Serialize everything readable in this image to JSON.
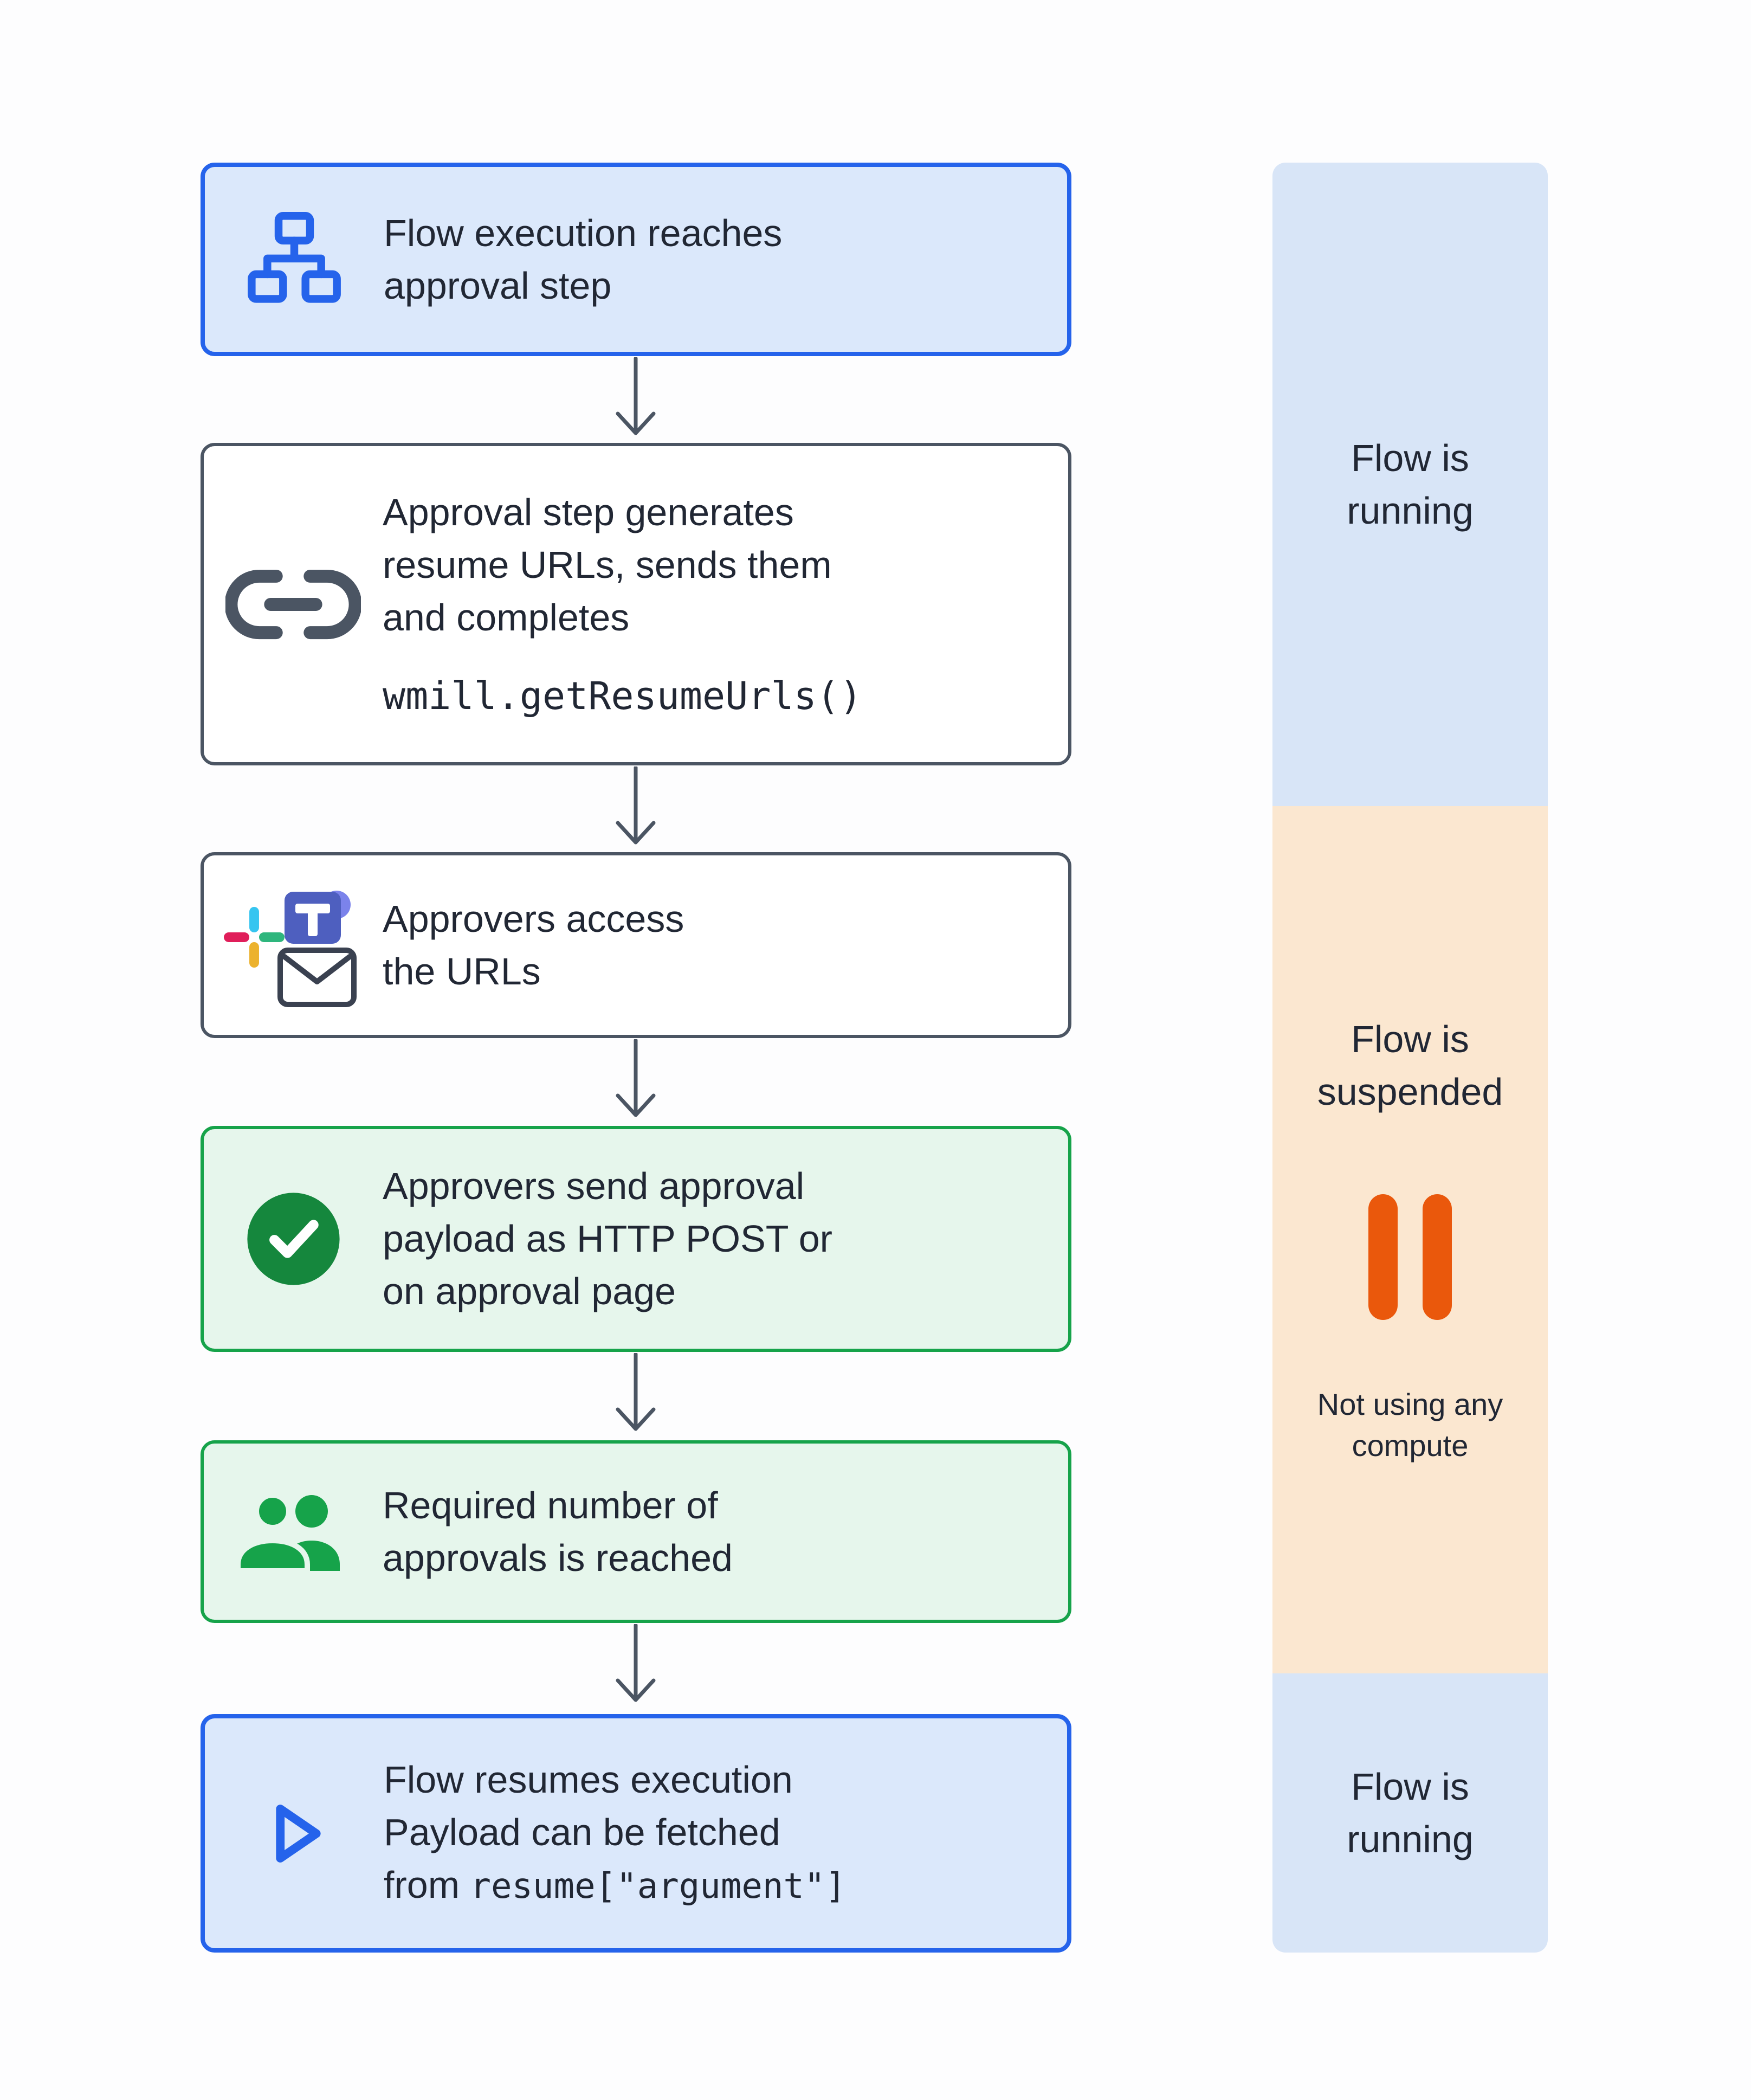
{
  "boxes": [
    {
      "variant": "blue",
      "icon": "sitemap-icon",
      "lines": [
        "Flow execution reaches",
        "approval step"
      ]
    },
    {
      "variant": "white",
      "icon": "link-icon",
      "lines": [
        "Approval step generates",
        "resume URLs, sends them",
        "and completes"
      ],
      "code": "wmill.getResumeUrls()"
    },
    {
      "variant": "white",
      "icon": "messaging-apps-icon",
      "lines": [
        "Approvers access",
        "the URLs"
      ]
    },
    {
      "variant": "green",
      "icon": "check-circle-icon",
      "lines": [
        "Approvers send approval",
        "payload as HTTP POST or",
        "on approval page"
      ]
    },
    {
      "variant": "green",
      "icon": "people-icon",
      "lines": [
        "Required number of",
        "approvals is reached"
      ]
    },
    {
      "variant": "blue",
      "icon": "play-icon",
      "lines": [
        "Flow resumes execution",
        "Payload can be fetched"
      ],
      "line3_prefix": "from ",
      "line3_code": "resume[\"argument\"]"
    }
  ],
  "sidebar": {
    "running_top": {
      "lines": [
        "Flow is",
        "running"
      ]
    },
    "suspended": {
      "lines": [
        "Flow is",
        "suspended"
      ],
      "icon": "pause-icon",
      "note_lines": [
        "Not using any",
        "compute"
      ]
    },
    "running_bottom": {
      "lines": [
        "Flow is",
        "running"
      ]
    }
  },
  "colors": {
    "blue_border": "#2563eb",
    "blue_fill": "#dbe8fb",
    "gray_border": "#4b5563",
    "green_border": "#16a34a",
    "green_fill": "#e6f6ec",
    "sidebar_blue": "#d8e5f7",
    "sidebar_orange": "#fbe7d0",
    "pause_orange": "#ea580c",
    "check_green": "#15873d",
    "icon_blue": "#2563eb",
    "slack_blue": "#36C5F0",
    "slack_green": "#2EB67D",
    "slack_yellow": "#ECB22E",
    "slack_red": "#E01E5A",
    "teams_purple": "#4E5FBF",
    "text": "#212734"
  }
}
